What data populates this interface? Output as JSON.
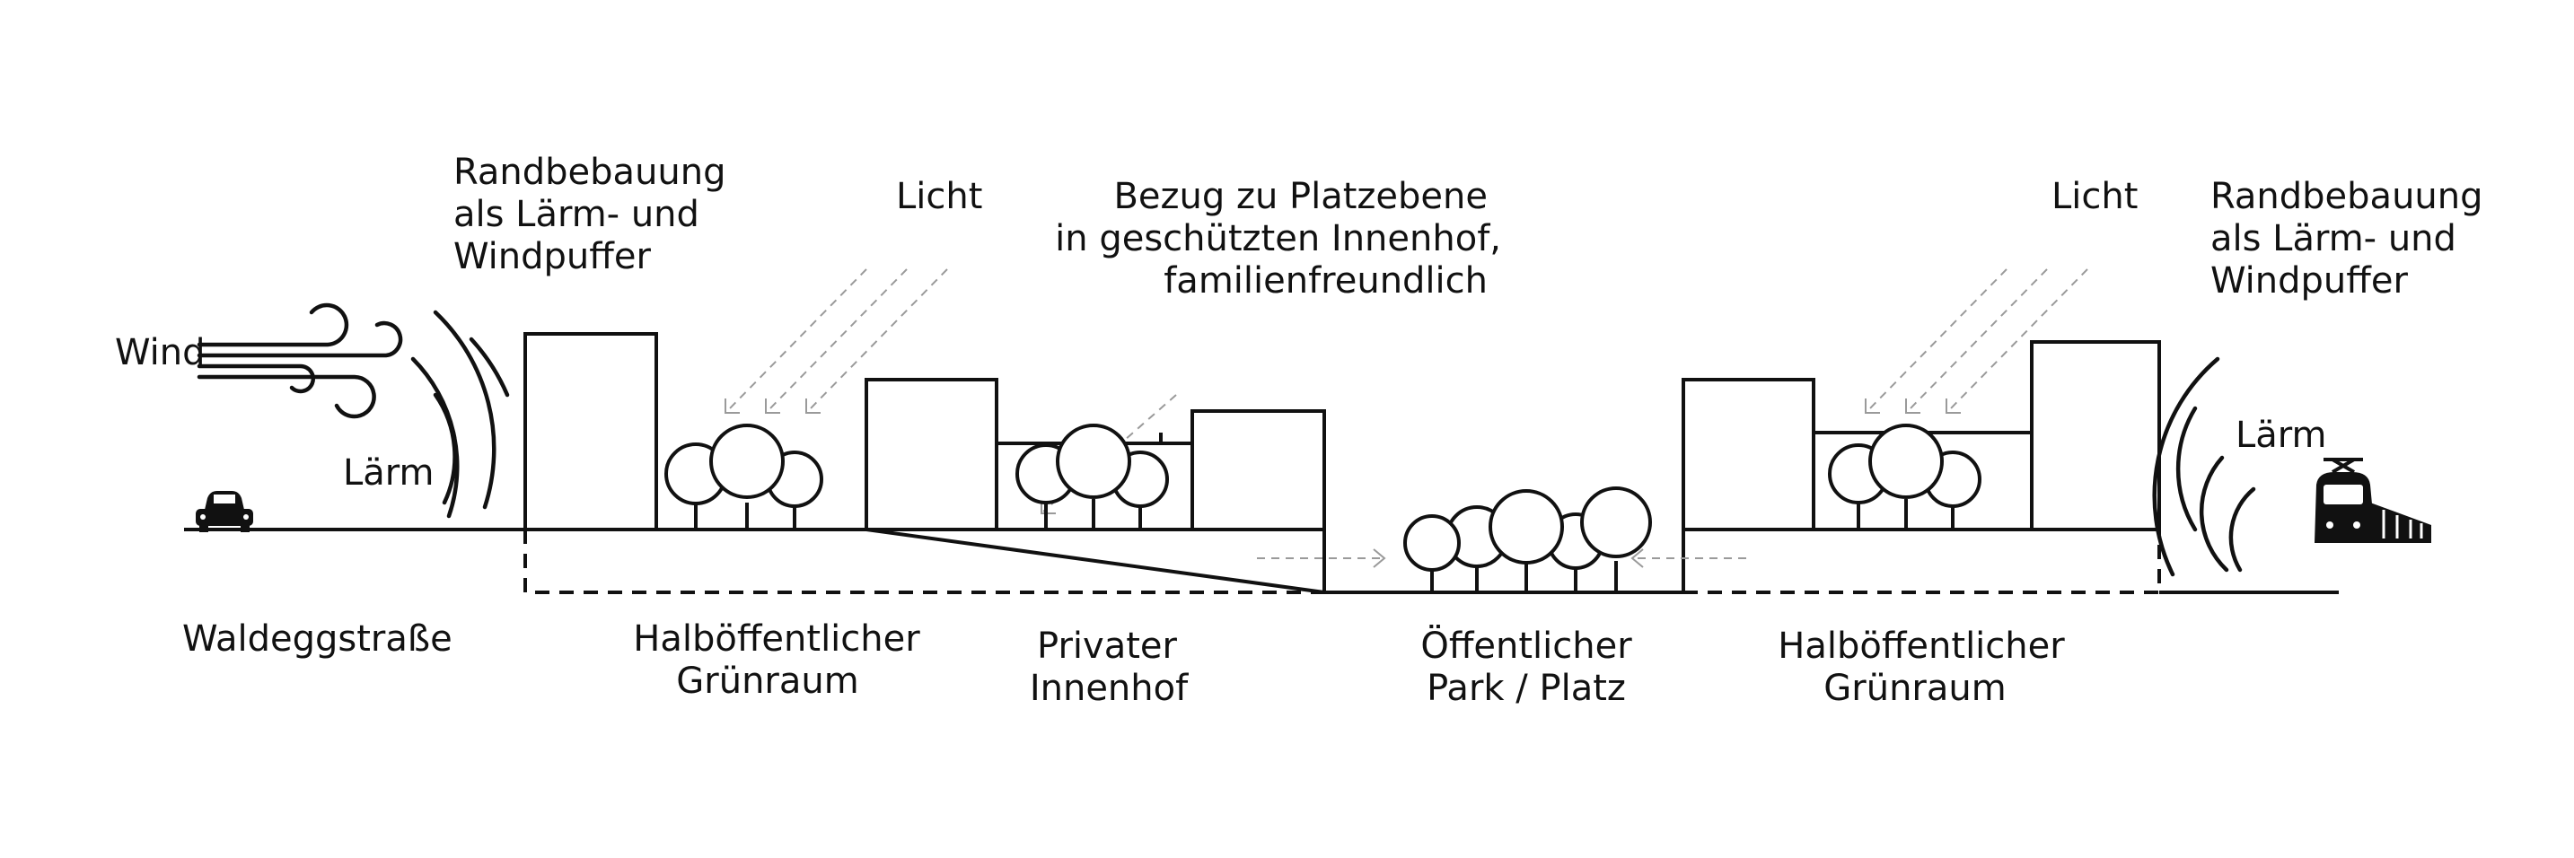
{
  "labels": {
    "top_left_1": "Randbebauung",
    "top_left_2": "als Lärm- und",
    "top_left_3": "Windpuffer",
    "light_left": "Licht",
    "bezug_1": "Bezug zu Platzebene",
    "bezug_2": "in geschützten Innenhof,",
    "bezug_3": "familienfreundlich",
    "light_right": "Licht",
    "top_right_1": "Randbebauung",
    "top_right_2": "als Lärm- und",
    "top_right_3": "Windpuffer",
    "wind": "Wind",
    "laerm_left": "Lärm",
    "laerm_right": "Lärm",
    "street": "Waldeggstraße",
    "green_left_1": "Halböffentlicher",
    "green_left_2": "Grünraum",
    "court_1": "Privater",
    "court_2": "Innenhof",
    "park_1": "Öffentlicher",
    "park_2": "Park / Platz",
    "green_right_1": "Halböffentlicher",
    "green_right_2": "Grünraum"
  },
  "icons": {
    "car": "car-icon",
    "train": "train-icon",
    "wind": "wind-icon",
    "noise": "sound-wave-icon",
    "tree": "tree-icon",
    "light": "light-ray-icon"
  },
  "colors": {
    "ink": "#111111",
    "light_rays": "#9a9a9a",
    "background": "#ffffff"
  }
}
